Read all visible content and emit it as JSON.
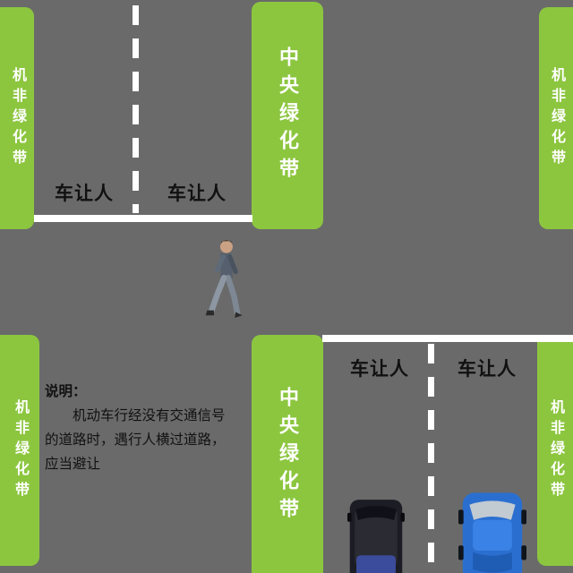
{
  "scene": {
    "background_color": "#6a6a6a",
    "belt_color": "#8cc63f",
    "line_color": "#ffffff",
    "label_color": "#111111"
  },
  "belts": {
    "side_label": "机非绿化带",
    "central_label": "中央绿化带"
  },
  "lane_labels": {
    "yield_text": "车让人"
  },
  "note": {
    "title": "说明：",
    "lines": [
      "　　机动车行经没有交通信号",
      "的道路时，遇行人横过道路，",
      "应当避让"
    ]
  },
  "icons": {
    "pedestrian": "walking-pedestrian",
    "dark_car": "dark-minivan-top-view",
    "blue_car": "blue-car-top-view"
  }
}
